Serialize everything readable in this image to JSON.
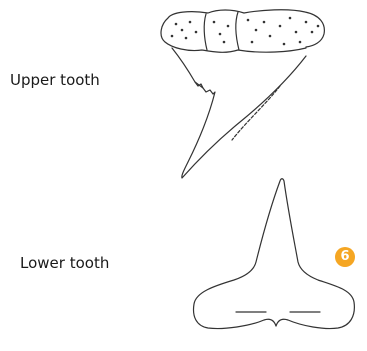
{
  "labels": {
    "upper": "Upper tooth",
    "lower": "Lower tooth"
  },
  "badge": {
    "text": "6",
    "color": "#F5A623"
  },
  "drawings": {
    "upper_icon": "upper-shark-tooth",
    "lower_icon": "lower-shark-tooth",
    "stroke_color": "#333333"
  }
}
